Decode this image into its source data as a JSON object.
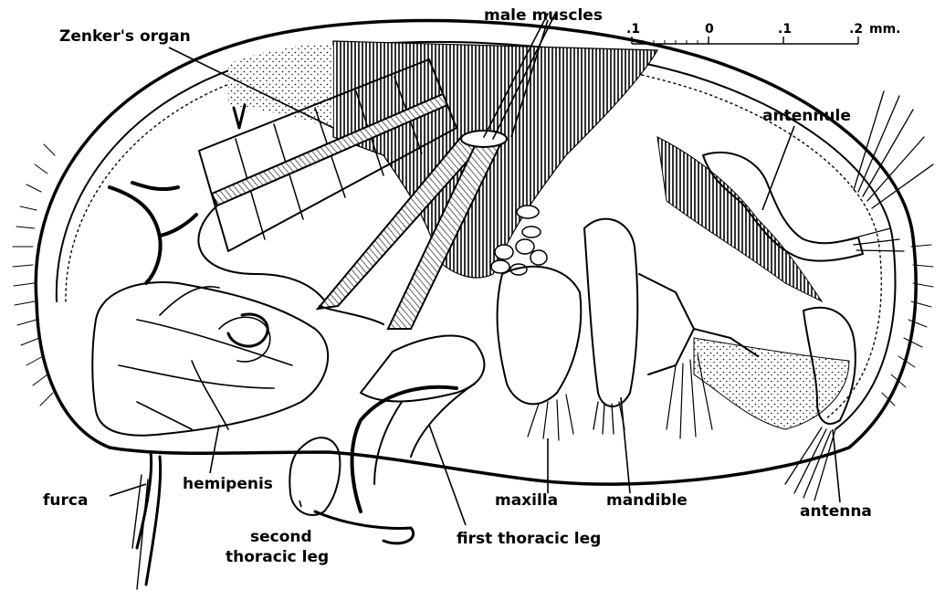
{
  "labels": {
    "zenkers_organ": "Zenker's organ",
    "male_muscles": "male muscles",
    "antennule": "antennule",
    "furca": "furca",
    "hemipenis": "hemipenis",
    "second_thoracic_leg_line1": "second",
    "second_thoracic_leg_line2": "thoracic leg",
    "first_thoracic_leg": "first thoracic leg",
    "maxilla": "maxilla",
    "mandible": "mandible",
    "antenna": "antenna"
  },
  "scale_bar": {
    "tick_labels": [
      ".1",
      "0",
      ".1",
      ".2"
    ],
    "unit": "mm."
  }
}
